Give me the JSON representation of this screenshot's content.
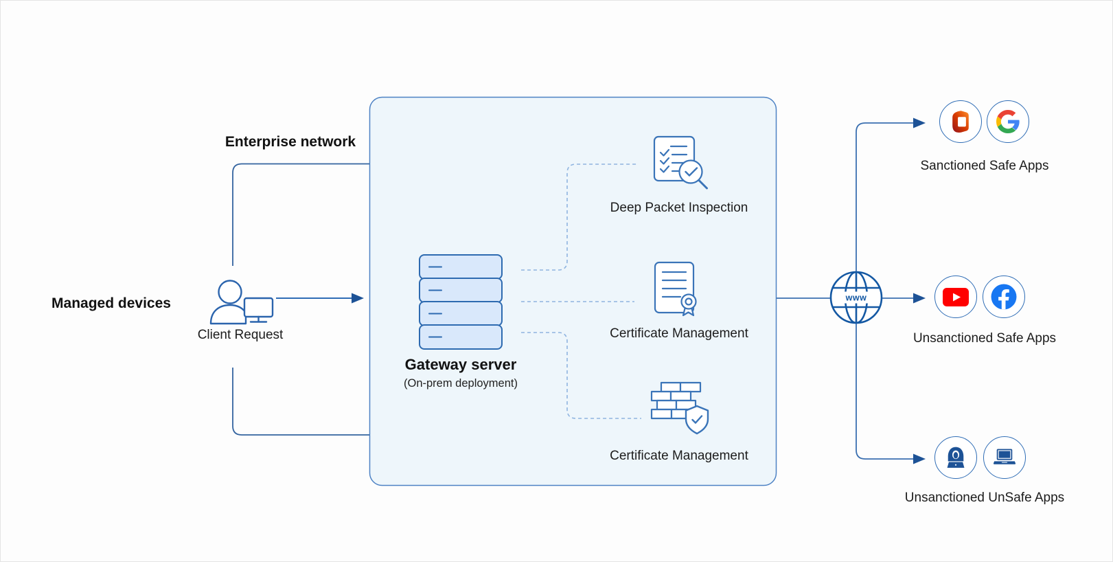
{
  "left": {
    "managed_devices_label": "Managed devices",
    "client_request_label": "Client Request",
    "enterprise_network_label": "Enterprise network"
  },
  "gateway": {
    "title": "Gateway server",
    "subtitle": "(On-prem deployment)"
  },
  "features": [
    {
      "label": "Deep Packet Inspection",
      "icon": "packet-inspection-icon"
    },
    {
      "label": "Certificate Management",
      "icon": "certificate-icon"
    },
    {
      "label": "Certificate Management",
      "icon": "firewall-shield-icon"
    }
  ],
  "internet": {
    "globe_label": "www"
  },
  "app_groups": [
    {
      "label": "Sanctioned Safe Apps",
      "icons": [
        "microsoft-office-icon",
        "google-icon"
      ]
    },
    {
      "label": "Unsanctioned Safe Apps",
      "icons": [
        "youtube-icon",
        "facebook-icon"
      ]
    },
    {
      "label": "Unsanctioned UnSafe Apps",
      "icons": [
        "hacker-icon",
        "laptop-icon"
      ]
    }
  ],
  "colors": {
    "accent_blue": "#2e6cb5",
    "dark_blue": "#1d5296",
    "globe_blue": "#1458a3",
    "box_fill": "#eef6fb",
    "box_border": "#4d82c4",
    "server_fill": "#d9e8fb",
    "server_stroke": "#2d6ab0",
    "dashed_connector": "#8fb4e0",
    "youtube_red": "#ff0000",
    "facebook_blue": "#1877f2",
    "office_red": "#d83b01",
    "google_blue": "#4285f4",
    "google_red": "#ea4335",
    "google_yellow": "#fbbc05",
    "google_green": "#34a853",
    "text": "#1b1b1b"
  }
}
